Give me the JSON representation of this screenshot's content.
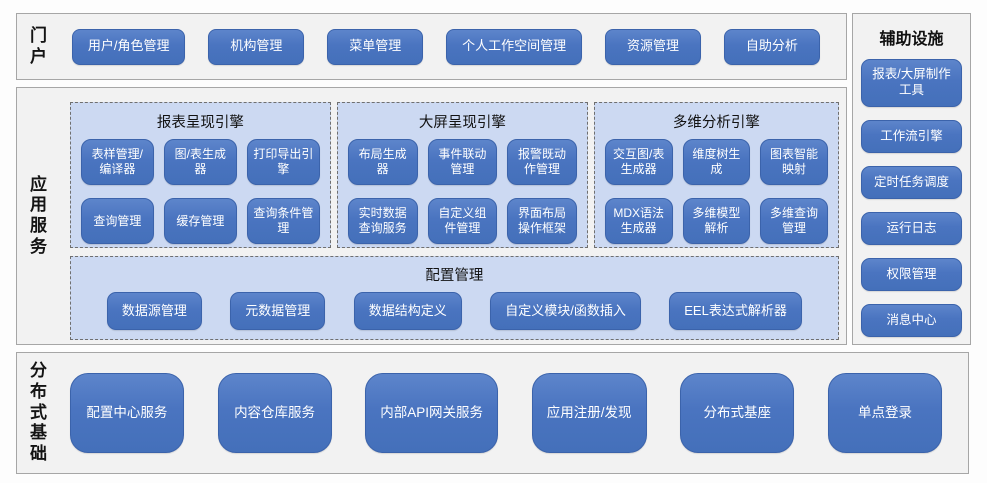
{
  "colors": {
    "page_bg": "#fdfdfd",
    "section_bg": "#f2f2f2",
    "section_border": "#a6a6a6",
    "panel_bg": "#ccd9f2",
    "panel_dashed_border": "#6f6f6f",
    "button_fill": "#4a74c0",
    "button_border": "#3b63ab",
    "button_text": "#ffffff",
    "label_text": "#141414"
  },
  "portal": {
    "label": "门户",
    "buttons": [
      "用户/角色管理",
      "机构管理",
      "菜单管理",
      "个人工作空间管理",
      "资源管理",
      "自助分析"
    ]
  },
  "app_services": {
    "label": "应用服务",
    "engines": [
      {
        "title": "报表呈现引擎",
        "buttons": [
          "表样管理/编译器",
          "图/表生成器",
          "打印导出引擎",
          "查询管理",
          "缓存管理",
          "查询条件管理"
        ]
      },
      {
        "title": "大屏呈现引擎",
        "buttons": [
          "布局生成器",
          "事件联动管理",
          "报警既动作管理",
          "实时数据查询服务",
          "自定义组件管理",
          "界面布局操作框架"
        ]
      },
      {
        "title": "多维分析引擎",
        "buttons": [
          "交互图/表生成器",
          "维度树生成",
          "图表智能映射",
          "MDX语法生成器",
          "多维模型解析",
          "多维查询管理"
        ]
      }
    ],
    "config": {
      "title": "配置管理",
      "buttons": [
        "数据源管理",
        "元数据管理",
        "数据结构定义",
        "自定义模块/函数插入",
        "EEL表达式解析器"
      ]
    }
  },
  "auxiliary": {
    "title": "辅助设施",
    "buttons": [
      "报表/大屏制作工具",
      "工作流引擎",
      "定时任务调度",
      "运行日志",
      "权限管理",
      "消息中心"
    ]
  },
  "foundation": {
    "label": "分布式基础",
    "buttons": [
      "配置中心服务",
      "内容仓库服务",
      "内部API网关服务",
      "应用注册/发现",
      "分布式基座",
      "单点登录"
    ]
  }
}
